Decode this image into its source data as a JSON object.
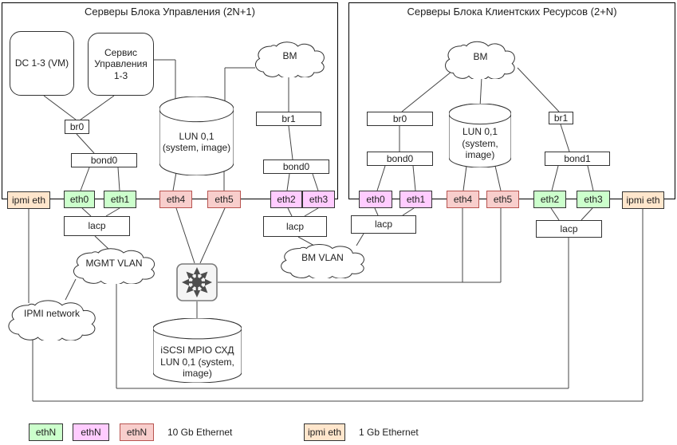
{
  "colors": {
    "green": "#ccffcc",
    "magenta": "#ffccff",
    "red": "#f8cecc",
    "red_border": "#b85450",
    "orange": "#ffe6cc",
    "line": "#444444",
    "shape_border": "#333333"
  },
  "left_block": {
    "title": "Серверы Блока Управления (2N+1)",
    "dc": "DC 1-3 (VM)",
    "service": "Сервис\nУправления\n1-3",
    "vm_cloud": "ВМ",
    "br0": "br0",
    "bond0_a": "bond0",
    "br1": "br1",
    "bond0_b": "bond0",
    "lun": "LUN 0,1\n(system, image)",
    "eths": [
      "ipmi eth",
      "eth0",
      "eth1",
      "eth4",
      "eth5",
      "eth2",
      "eth3"
    ],
    "lacp_a": "lacp",
    "lacp_b": "lacp"
  },
  "right_block": {
    "title": "Серверы Блока Клиентских Ресурсов (2+N)",
    "vm_cloud": "ВМ",
    "br0": "br0",
    "bond0": "bond0",
    "br1": "br1",
    "bond1": "bond1",
    "lun": "LUN 0,1\n(system,\nimage)",
    "eths": [
      "eth0",
      "eth1",
      "eth4",
      "eth5",
      "eth2",
      "eth3",
      "ipmi eth"
    ],
    "lacp_a": "lacp",
    "lacp_b": "lacp"
  },
  "networks": {
    "mgmt_vlan": "MGMT VLAN",
    "ipmi_network": "IPMI network",
    "bm_vlan": "ВМ VLAN",
    "iscsi": "iSCSI MPIO СХД\nLUN 0,1 (system,\nimage)"
  },
  "legend": {
    "ethN": "ethN",
    "ipmi": "ipmi eth",
    "ten_g": "10 Gb Ethernet",
    "one_g": "1 Gb Ethernet"
  }
}
